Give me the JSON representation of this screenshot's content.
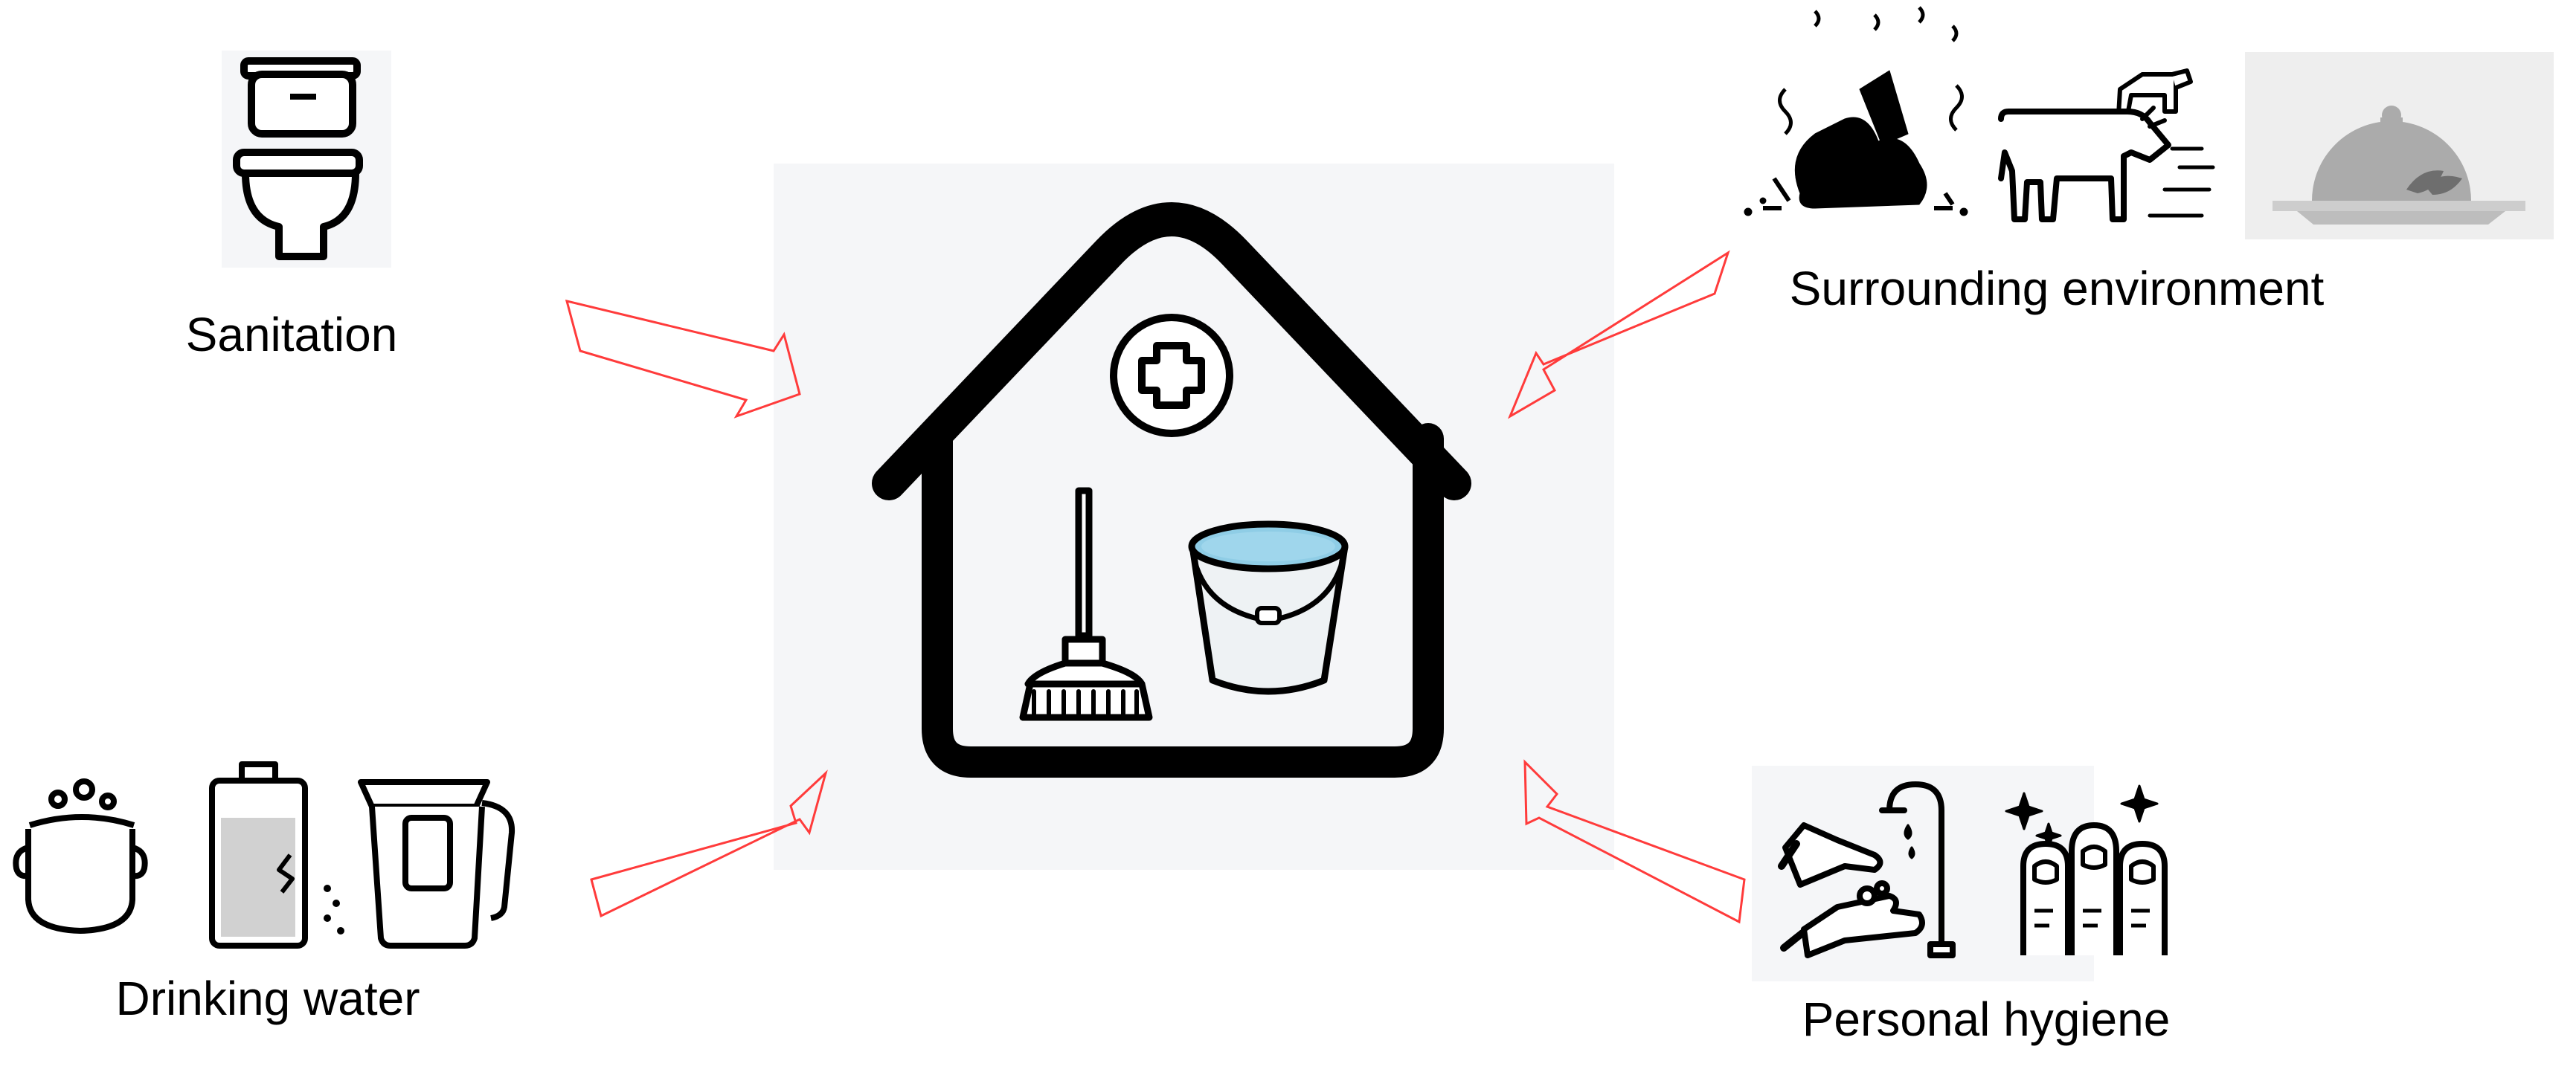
{
  "labels": {
    "sanitation": "Sanitation",
    "drinking_water": "Drinking water",
    "surrounding_environment": "Surrounding environment",
    "personal_hygiene": "Personal hygiene"
  },
  "colors": {
    "arrow_outline": "#ff3b3b",
    "house_panel": "#f5f6f8",
    "icon_stroke": "#000000",
    "bucket_water": "#8fcde6",
    "bucket_body": "#eef2f4"
  },
  "icons": {
    "center": [
      "house-icon",
      "medical-cross-icon",
      "broom-icon",
      "water-bucket-icon"
    ],
    "sanitation": [
      "toilet-icon"
    ],
    "drinking_water": [
      "boiling-pot-icon",
      "water-filter-cartridge-icon",
      "water-filter-jug-icon"
    ],
    "surrounding_environment": [
      "garbage-bags-icon",
      "livestock-icon",
      "covered-food-dish-icon"
    ],
    "personal_hygiene": [
      "handwashing-icon",
      "clean-nails-icon"
    ]
  }
}
